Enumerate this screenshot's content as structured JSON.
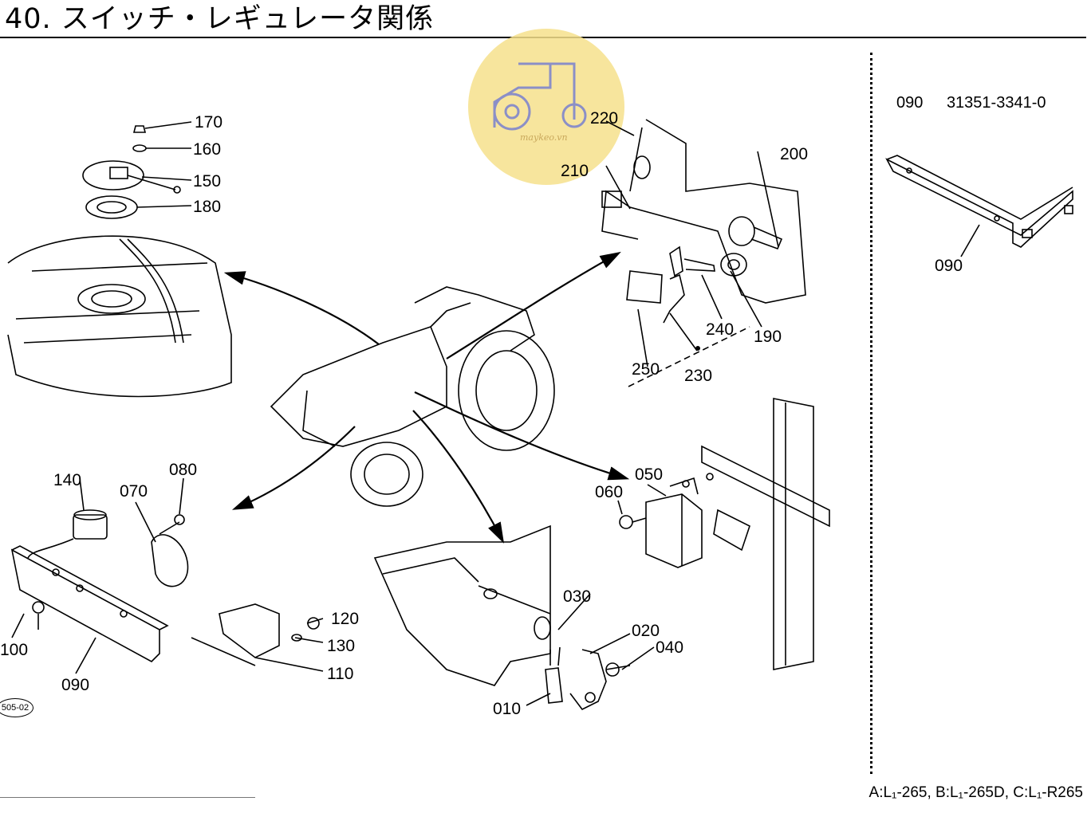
{
  "page": {
    "title": "40. スイッチ・レギュレータ関係",
    "footer_models": "A:L₁-265, B:L₁-265D, C:L₁-R265",
    "page_code": "505-02"
  },
  "sidebar": {
    "part_no": "090",
    "part_code": "31351-3341-0"
  },
  "watermark": {
    "text": "maykeo.vn"
  },
  "labels": {
    "p170": "170",
    "p160": "160",
    "p150": "150",
    "p180": "180",
    "p220": "220",
    "p210": "210",
    "p200": "200",
    "p190": "190",
    "p240": "240",
    "p250": "250",
    "p230": "230",
    "p140": "140",
    "p070": "070",
    "p080": "080",
    "p100": "100",
    "p090": "090",
    "p120": "120",
    "p130": "130",
    "p110": "110",
    "p060": "060",
    "p050": "050",
    "p030": "030",
    "p020": "020",
    "p040": "040",
    "p010": "010",
    "p090b": "090"
  },
  "colors": {
    "ink": "#000000",
    "watermark_fill": "#f6e08c",
    "watermark_line": "#8b8fc7"
  }
}
